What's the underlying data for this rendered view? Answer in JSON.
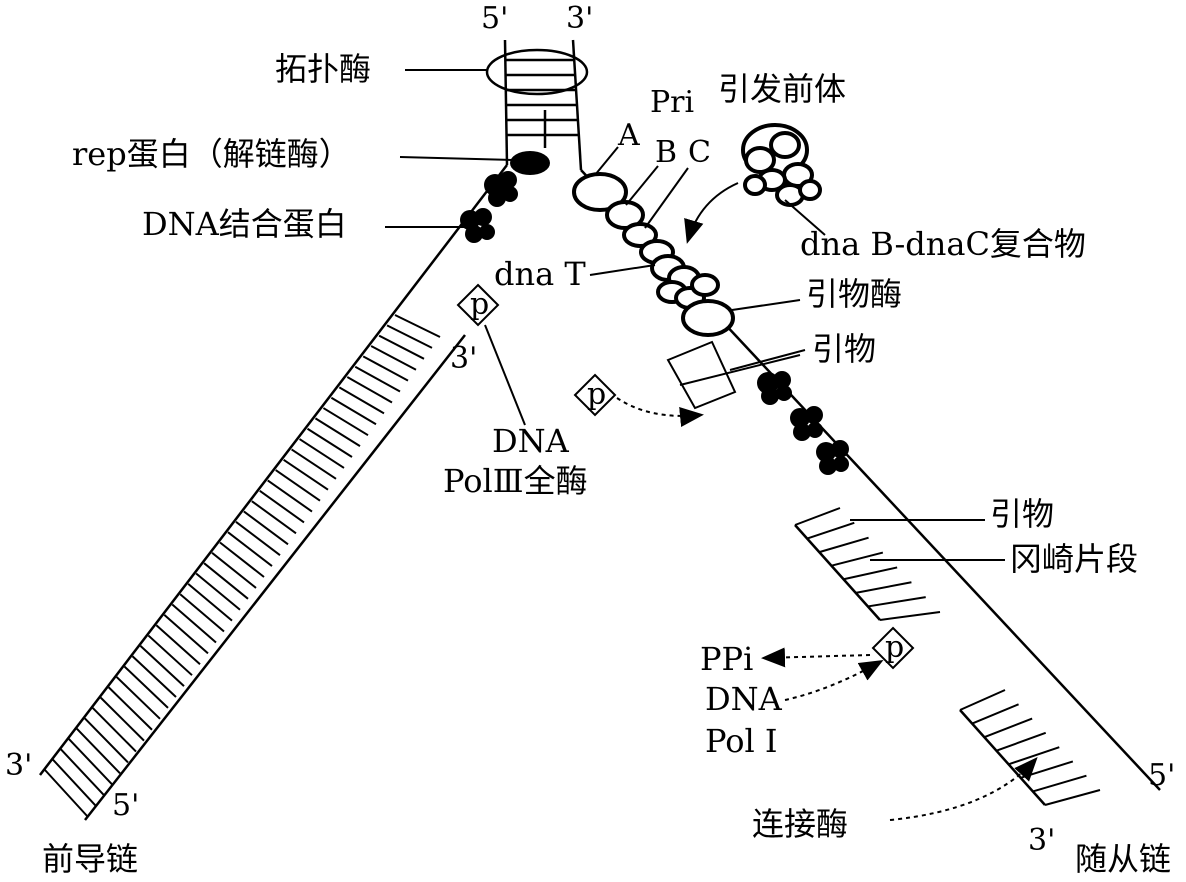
{
  "labels": {
    "five_prime": "5'",
    "three_prime": "3'",
    "topoisomerase": "拓扑酶",
    "rep_protein": "rep蛋白（解链酶）",
    "ssb": "DNA结合蛋白",
    "pri": "Pri",
    "pri_a": "A",
    "pri_b": "B",
    "pri_c": "C",
    "preprimosome": "引发前体",
    "dnab_dnac": "dna B-dnaC复合物",
    "dnat": "dna T",
    "primase": "引物酶",
    "primer": "引物",
    "p": "p",
    "dna": "DNA",
    "pol3": "PolⅢ全酶",
    "okazaki": "冈崎片段",
    "ppi": "PPi",
    "pol1": "Pol Ⅰ",
    "ligase": "连接酶",
    "leading_strand": "前导链",
    "lagging_strand": "随从链"
  }
}
